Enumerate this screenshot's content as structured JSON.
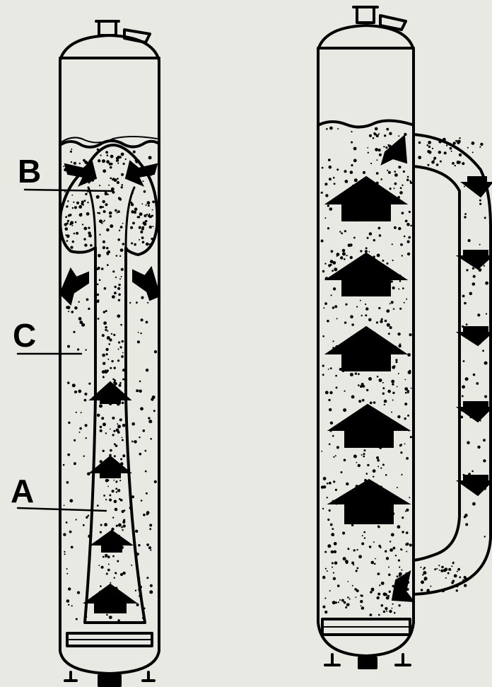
{
  "labels": {
    "a": "A",
    "b": "B",
    "c": "C"
  },
  "colors": {
    "background": "#e9e9e4",
    "ink": "#000000"
  }
}
